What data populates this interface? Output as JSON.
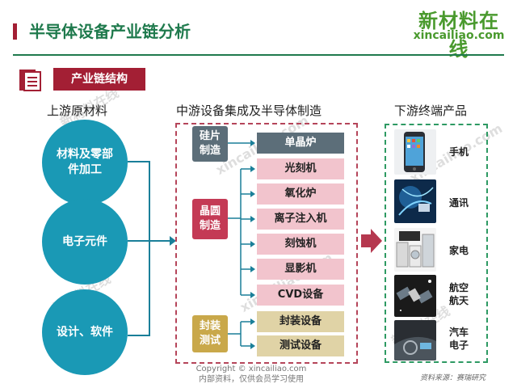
{
  "header": {
    "title": "半导体设备产业链分析",
    "logo_cn": "新材料在线",
    "logo_en": "xincailiao.com"
  },
  "section_label": "产业链结构",
  "columns": {
    "upstream": "上游原材料",
    "midstream": "中游设备集成及半导体制造",
    "downstream": "下游终端产品"
  },
  "upstream": [
    "材料及零部\n件加工",
    "电子元件",
    "设计、软件"
  ],
  "midstream": {
    "groups": [
      {
        "label": "硅片\n制造",
        "items": [
          "单晶炉"
        ]
      },
      {
        "label": "晶圆\n制造",
        "items": [
          "光刻机",
          "氧化炉",
          "离子注入机",
          "刻蚀机",
          "显影机",
          "CVD设备"
        ]
      },
      {
        "label": "封装\n测试",
        "items": [
          "封装设备",
          "测试设备"
        ]
      }
    ]
  },
  "downstream": [
    {
      "label": "手机",
      "icon": "phone-icon"
    },
    {
      "label": "通讯",
      "icon": "communication-icon"
    },
    {
      "label": "家电",
      "icon": "appliance-icon"
    },
    {
      "label": "航空\n航天",
      "icon": "satellite-icon"
    },
    {
      "label": "汽车\n电子",
      "icon": "car-icon"
    }
  ],
  "watermark": {
    "cn": "新材料在线",
    "en": "xincailiao.com"
  },
  "footer": {
    "copyright": "Copyright © xincailiao.com",
    "notice": "内部资料，仅供会员学习使用",
    "source": "资料来源：赛瑞研究"
  },
  "colors": {
    "title": "#1f7a4d",
    "accent": "#a31f34",
    "upstream_circle": "#1a99b5",
    "silicon_group": "#5c6e79",
    "wafer_group": "#c43a55",
    "package_group": "#c9a84a",
    "mid_border": "#b5455a",
    "down_border": "#2e9a63"
  }
}
